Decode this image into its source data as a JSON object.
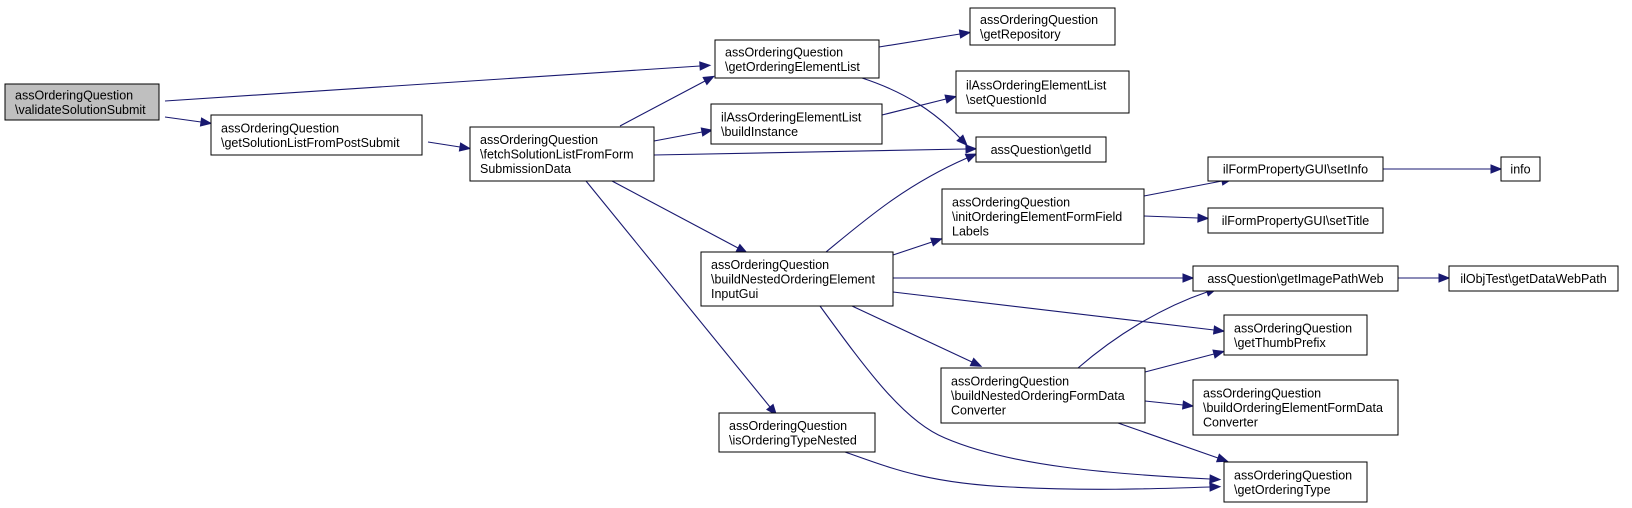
{
  "nodes": [
    {
      "id": "validateSolutionSubmit",
      "lines": [
        "assOrderingQuestion",
        "\\validateSolutionSubmit"
      ],
      "root": true
    },
    {
      "id": "getSolutionListFromPostSubmit",
      "lines": [
        "assOrderingQuestion",
        "\\getSolutionListFromPostSubmit"
      ]
    },
    {
      "id": "fetchSolutionListFromFormSubmissionData",
      "lines": [
        "assOrderingQuestion",
        "\\fetchSolutionListFromForm",
        "SubmissionData"
      ]
    },
    {
      "id": "getOrderingElementList",
      "lines": [
        "assOrderingQuestion",
        "\\getOrderingElementList"
      ]
    },
    {
      "id": "buildInstance",
      "lines": [
        "ilAssOrderingElementList",
        "\\buildInstance"
      ]
    },
    {
      "id": "buildNestedOrderingElementInputGui",
      "lines": [
        "assOrderingQuestion",
        "\\buildNestedOrderingElement",
        "InputGui"
      ]
    },
    {
      "id": "isOrderingTypeNested",
      "lines": [
        "assOrderingQuestion",
        "\\isOrderingTypeNested"
      ]
    },
    {
      "id": "getRepository",
      "lines": [
        "assOrderingQuestion",
        "\\getRepository"
      ]
    },
    {
      "id": "setQuestionId",
      "lines": [
        "ilAssOrderingElementList",
        "\\setQuestionId"
      ]
    },
    {
      "id": "getId",
      "lines": [
        "assQuestion\\getId"
      ]
    },
    {
      "id": "initOrderingElementFormFieldLabels",
      "lines": [
        "assOrderingQuestion",
        "\\initOrderingElementFormField",
        "Labels"
      ]
    },
    {
      "id": "buildNestedOrderingFormDataConverter",
      "lines": [
        "assOrderingQuestion",
        "\\buildNestedOrderingFormData",
        "Converter"
      ]
    },
    {
      "id": "setInfo",
      "lines": [
        "ilFormPropertyGUI\\setInfo"
      ]
    },
    {
      "id": "setTitle",
      "lines": [
        "ilFormPropertyGUI\\setTitle"
      ]
    },
    {
      "id": "getImagePathWeb",
      "lines": [
        "assQuestion\\getImagePathWeb"
      ]
    },
    {
      "id": "getThumbPrefix",
      "lines": [
        "assOrderingQuestion",
        "\\getThumbPrefix"
      ]
    },
    {
      "id": "buildOrderingElementFormDataConverter",
      "lines": [
        "assOrderingQuestion",
        "\\buildOrderingElementFormData",
        "Converter"
      ]
    },
    {
      "id": "getOrderingType",
      "lines": [
        "assOrderingQuestion",
        "\\getOrderingType"
      ]
    },
    {
      "id": "info",
      "lines": [
        "info"
      ]
    },
    {
      "id": "getDataWebPath",
      "lines": [
        "ilObjTest\\getDataWebPath"
      ]
    }
  ],
  "edges": [
    {
      "from": "validateSolutionSubmit",
      "to": "getOrderingElementList"
    },
    {
      "from": "validateSolutionSubmit",
      "to": "getSolutionListFromPostSubmit"
    },
    {
      "from": "getSolutionListFromPostSubmit",
      "to": "fetchSolutionListFromFormSubmissionData"
    },
    {
      "from": "fetchSolutionListFromFormSubmissionData",
      "to": "getOrderingElementList"
    },
    {
      "from": "fetchSolutionListFromFormSubmissionData",
      "to": "buildInstance"
    },
    {
      "from": "fetchSolutionListFromFormSubmissionData",
      "to": "getId"
    },
    {
      "from": "fetchSolutionListFromFormSubmissionData",
      "to": "buildNestedOrderingElementInputGui"
    },
    {
      "from": "fetchSolutionListFromFormSubmissionData",
      "to": "isOrderingTypeNested"
    },
    {
      "from": "getOrderingElementList",
      "to": "getRepository"
    },
    {
      "from": "getOrderingElementList",
      "to": "getId"
    },
    {
      "from": "buildInstance",
      "to": "setQuestionId"
    },
    {
      "from": "buildNestedOrderingElementInputGui",
      "to": "getId"
    },
    {
      "from": "buildNestedOrderingElementInputGui",
      "to": "initOrderingElementFormFieldLabels"
    },
    {
      "from": "buildNestedOrderingElementInputGui",
      "to": "getImagePathWeb"
    },
    {
      "from": "buildNestedOrderingElementInputGui",
      "to": "getThumbPrefix"
    },
    {
      "from": "buildNestedOrderingElementInputGui",
      "to": "buildNestedOrderingFormDataConverter"
    },
    {
      "from": "buildNestedOrderingElementInputGui",
      "to": "getOrderingType"
    },
    {
      "from": "initOrderingElementFormFieldLabels",
      "to": "setInfo"
    },
    {
      "from": "initOrderingElementFormFieldLabels",
      "to": "setTitle"
    },
    {
      "from": "setInfo",
      "to": "info"
    },
    {
      "from": "getImagePathWeb",
      "to": "getDataWebPath"
    },
    {
      "from": "buildNestedOrderingFormDataConverter",
      "to": "getImagePathWeb"
    },
    {
      "from": "buildNestedOrderingFormDataConverter",
      "to": "getThumbPrefix"
    },
    {
      "from": "buildNestedOrderingFormDataConverter",
      "to": "buildOrderingElementFormDataConverter"
    },
    {
      "from": "buildNestedOrderingFormDataConverter",
      "to": "getOrderingType"
    },
    {
      "from": "isOrderingTypeNested",
      "to": "getOrderingType"
    }
  ],
  "colors": {
    "edge": "#191970",
    "root_fill": "#bfbfbf",
    "node_fill": "#ffffff",
    "border": "#000000"
  }
}
